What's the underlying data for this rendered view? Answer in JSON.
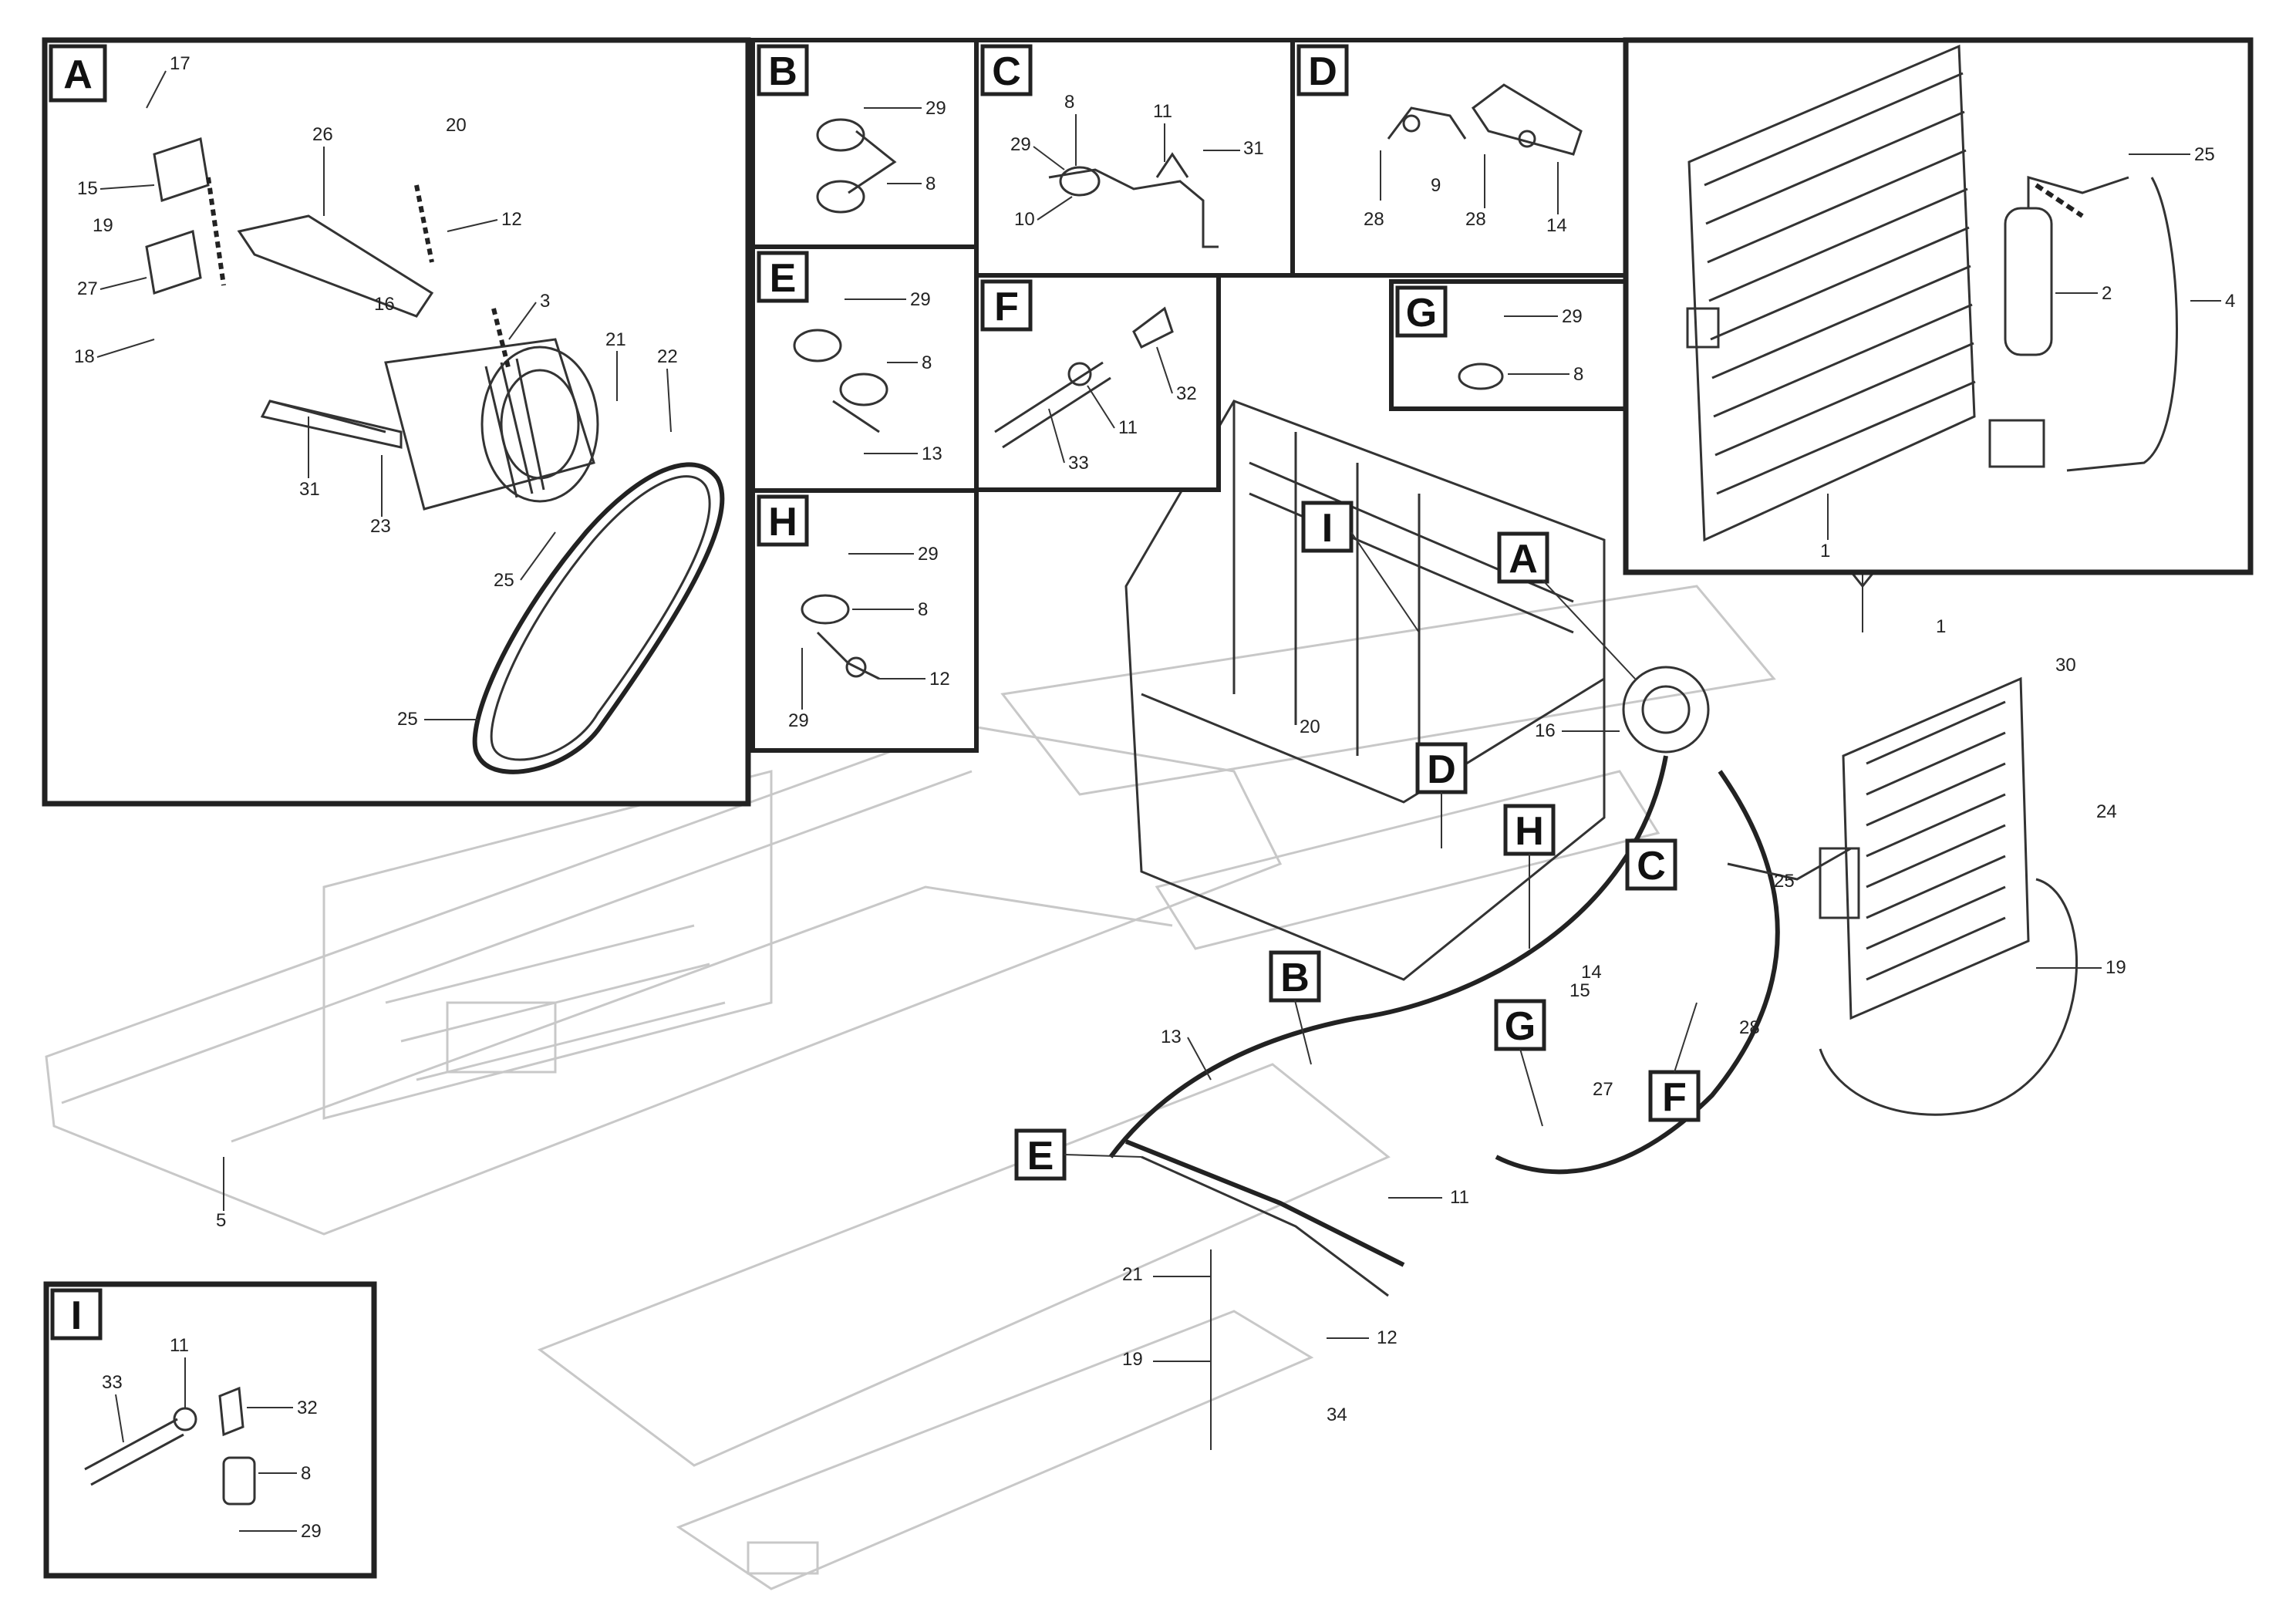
{
  "detail_views": [
    {
      "id": "A",
      "label": "A",
      "callouts": [
        "17",
        "15",
        "19",
        "27",
        "18",
        "26",
        "20",
        "12",
        "16",
        "3",
        "21",
        "22",
        "31",
        "23",
        "25"
      ]
    },
    {
      "id": "B",
      "label": "B",
      "callouts": [
        "29",
        "8"
      ]
    },
    {
      "id": "C",
      "label": "C",
      "callouts": [
        "8",
        "11",
        "29",
        "31",
        "10"
      ]
    },
    {
      "id": "D",
      "label": "D",
      "callouts": [
        "9",
        "28",
        "14"
      ]
    },
    {
      "id": "E",
      "label": "E",
      "callouts": [
        "29",
        "8",
        "13"
      ]
    },
    {
      "id": "F",
      "label": "F",
      "callouts": [
        "32",
        "11",
        "33"
      ]
    },
    {
      "id": "G",
      "label": "G",
      "callouts": [
        "29",
        "8"
      ]
    },
    {
      "id": "H",
      "label": "H",
      "callouts": [
        "29",
        "8",
        "12",
        "29"
      ]
    },
    {
      "id": "I",
      "label": "I",
      "callouts": [
        "11",
        "33",
        "32",
        "8",
        "29"
      ]
    }
  ],
  "condenser_view": {
    "callouts": [
      "25",
      "2",
      "4",
      "1"
    ]
  },
  "main_view": {
    "markers": [
      "I",
      "A",
      "D",
      "H",
      "C",
      "B",
      "G",
      "E",
      "F"
    ],
    "callouts": [
      "13",
      "20",
      "16",
      "30",
      "24",
      "1",
      "25",
      "19",
      "28",
      "12",
      "14",
      "11",
      "21",
      "19",
      "34",
      "15",
      "27",
      "5"
    ]
  },
  "reference": {
    "line1": "",
    "line2": "",
    "code": ""
  }
}
